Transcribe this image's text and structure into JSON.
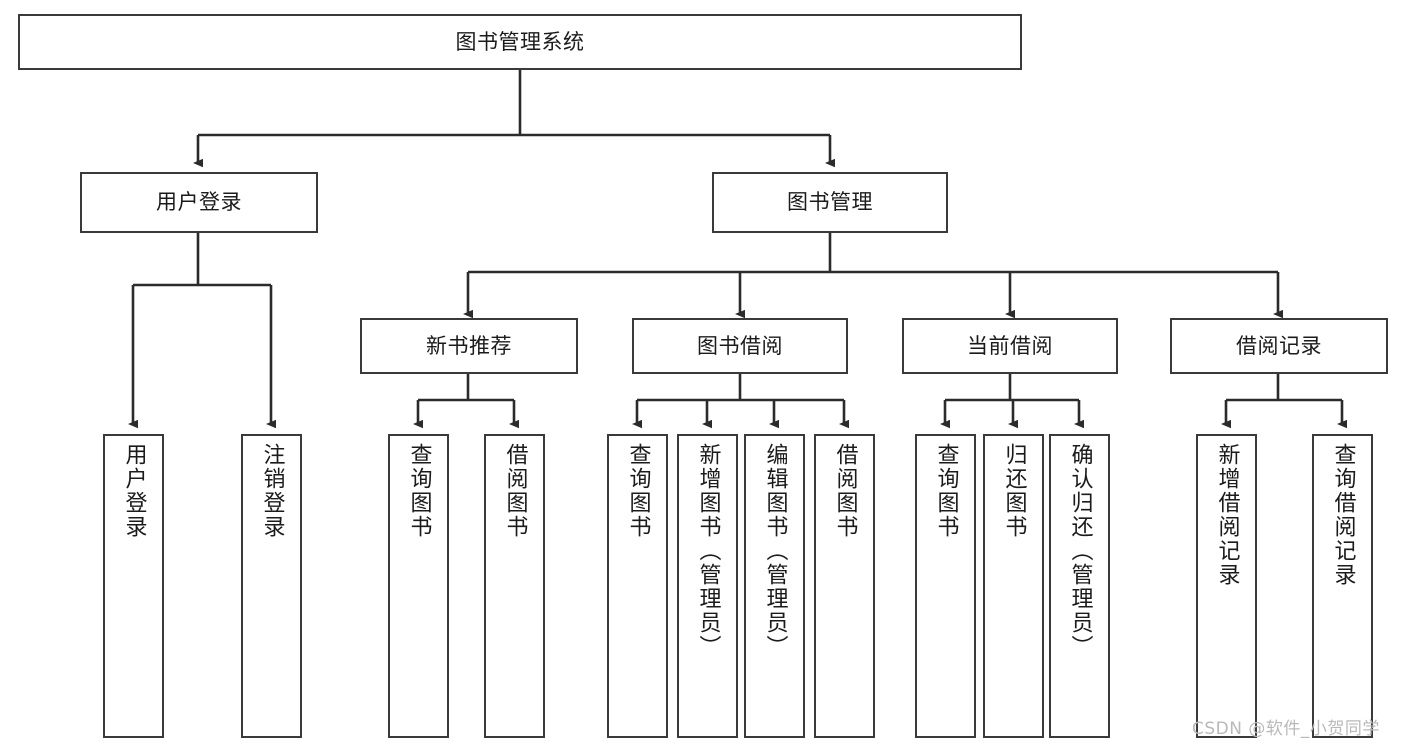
{
  "diagram": {
    "title": "图书管理系统",
    "watermark": "CSDN @软件_小贺同学",
    "line_color": "#2b2b2b",
    "box_border_color": "#3a3a3a",
    "box_fill_color": "#ffffff",
    "text_color": "#1b1b1b",
    "watermark_color": "#b9b9b9"
  },
  "tree": {
    "root": {
      "label": "图书管理系统"
    },
    "level2": [
      {
        "label": "用户登录"
      },
      {
        "label": "图书管理"
      }
    ],
    "level3": [
      {
        "label": "新书推荐"
      },
      {
        "label": "图书借阅"
      },
      {
        "label": "当前借阅"
      },
      {
        "label": "借阅记录"
      }
    ],
    "leaves": {
      "user_login": [
        {
          "label": "用户登录"
        },
        {
          "label": "注销登录"
        }
      ],
      "new_book_recommend": [
        {
          "label": "查询图书"
        },
        {
          "label": "借阅图书"
        }
      ],
      "book_borrow": [
        {
          "label": "查询图书"
        },
        {
          "label": "新增图书（管理员）"
        },
        {
          "label": "编辑图书（管理员）"
        },
        {
          "label": "借阅图书"
        }
      ],
      "current_borrow": [
        {
          "label": "查询图书"
        },
        {
          "label": "归还图书"
        },
        {
          "label": "确认归还（管理员）"
        }
      ],
      "borrow_record": [
        {
          "label": "新增借阅记录"
        },
        {
          "label": "查询借阅记录"
        }
      ]
    }
  }
}
